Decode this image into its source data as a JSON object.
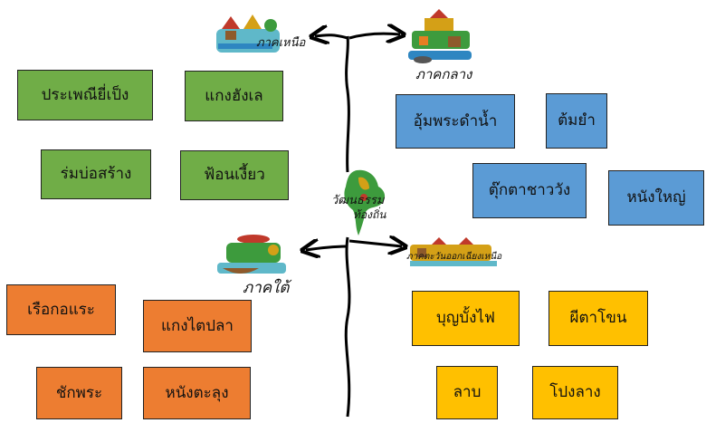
{
  "center": {
    "label_line1": "วัฒนธรรม",
    "label_line2": "ท้องถิ่น"
  },
  "regions": {
    "north": {
      "label": "ภาคเหนือ"
    },
    "central": {
      "label": "ภาคกลาง"
    },
    "south": {
      "label": "ภาคใต้"
    },
    "northeast": {
      "label": "ภาคตะวันออกเฉียงเหนือ"
    }
  },
  "cards": {
    "north": [
      "ประเพณียี่เป็ง",
      "แกงฮังเล",
      "ร่มบ่อสร้าง",
      "ฟ้อนเงี้ยว"
    ],
    "central": [
      "อุ้มพระดำน้ำ",
      "ต้มยำ",
      "ตุ๊กตาชาววัง",
      "หนังใหญ่"
    ],
    "south": [
      "เรือกอแระ",
      "แกงไตปลา",
      "ชักพระ",
      "หนังตะลุง"
    ],
    "northeast": [
      "บุญบั้งไฟ",
      "ผีตาโขน",
      "ลาบ",
      "โปงลาง"
    ]
  },
  "colors": {
    "north": "#70ad47",
    "central": "#5b9bd5",
    "south": "#ed7d31",
    "northeast": "#ffc000"
  }
}
